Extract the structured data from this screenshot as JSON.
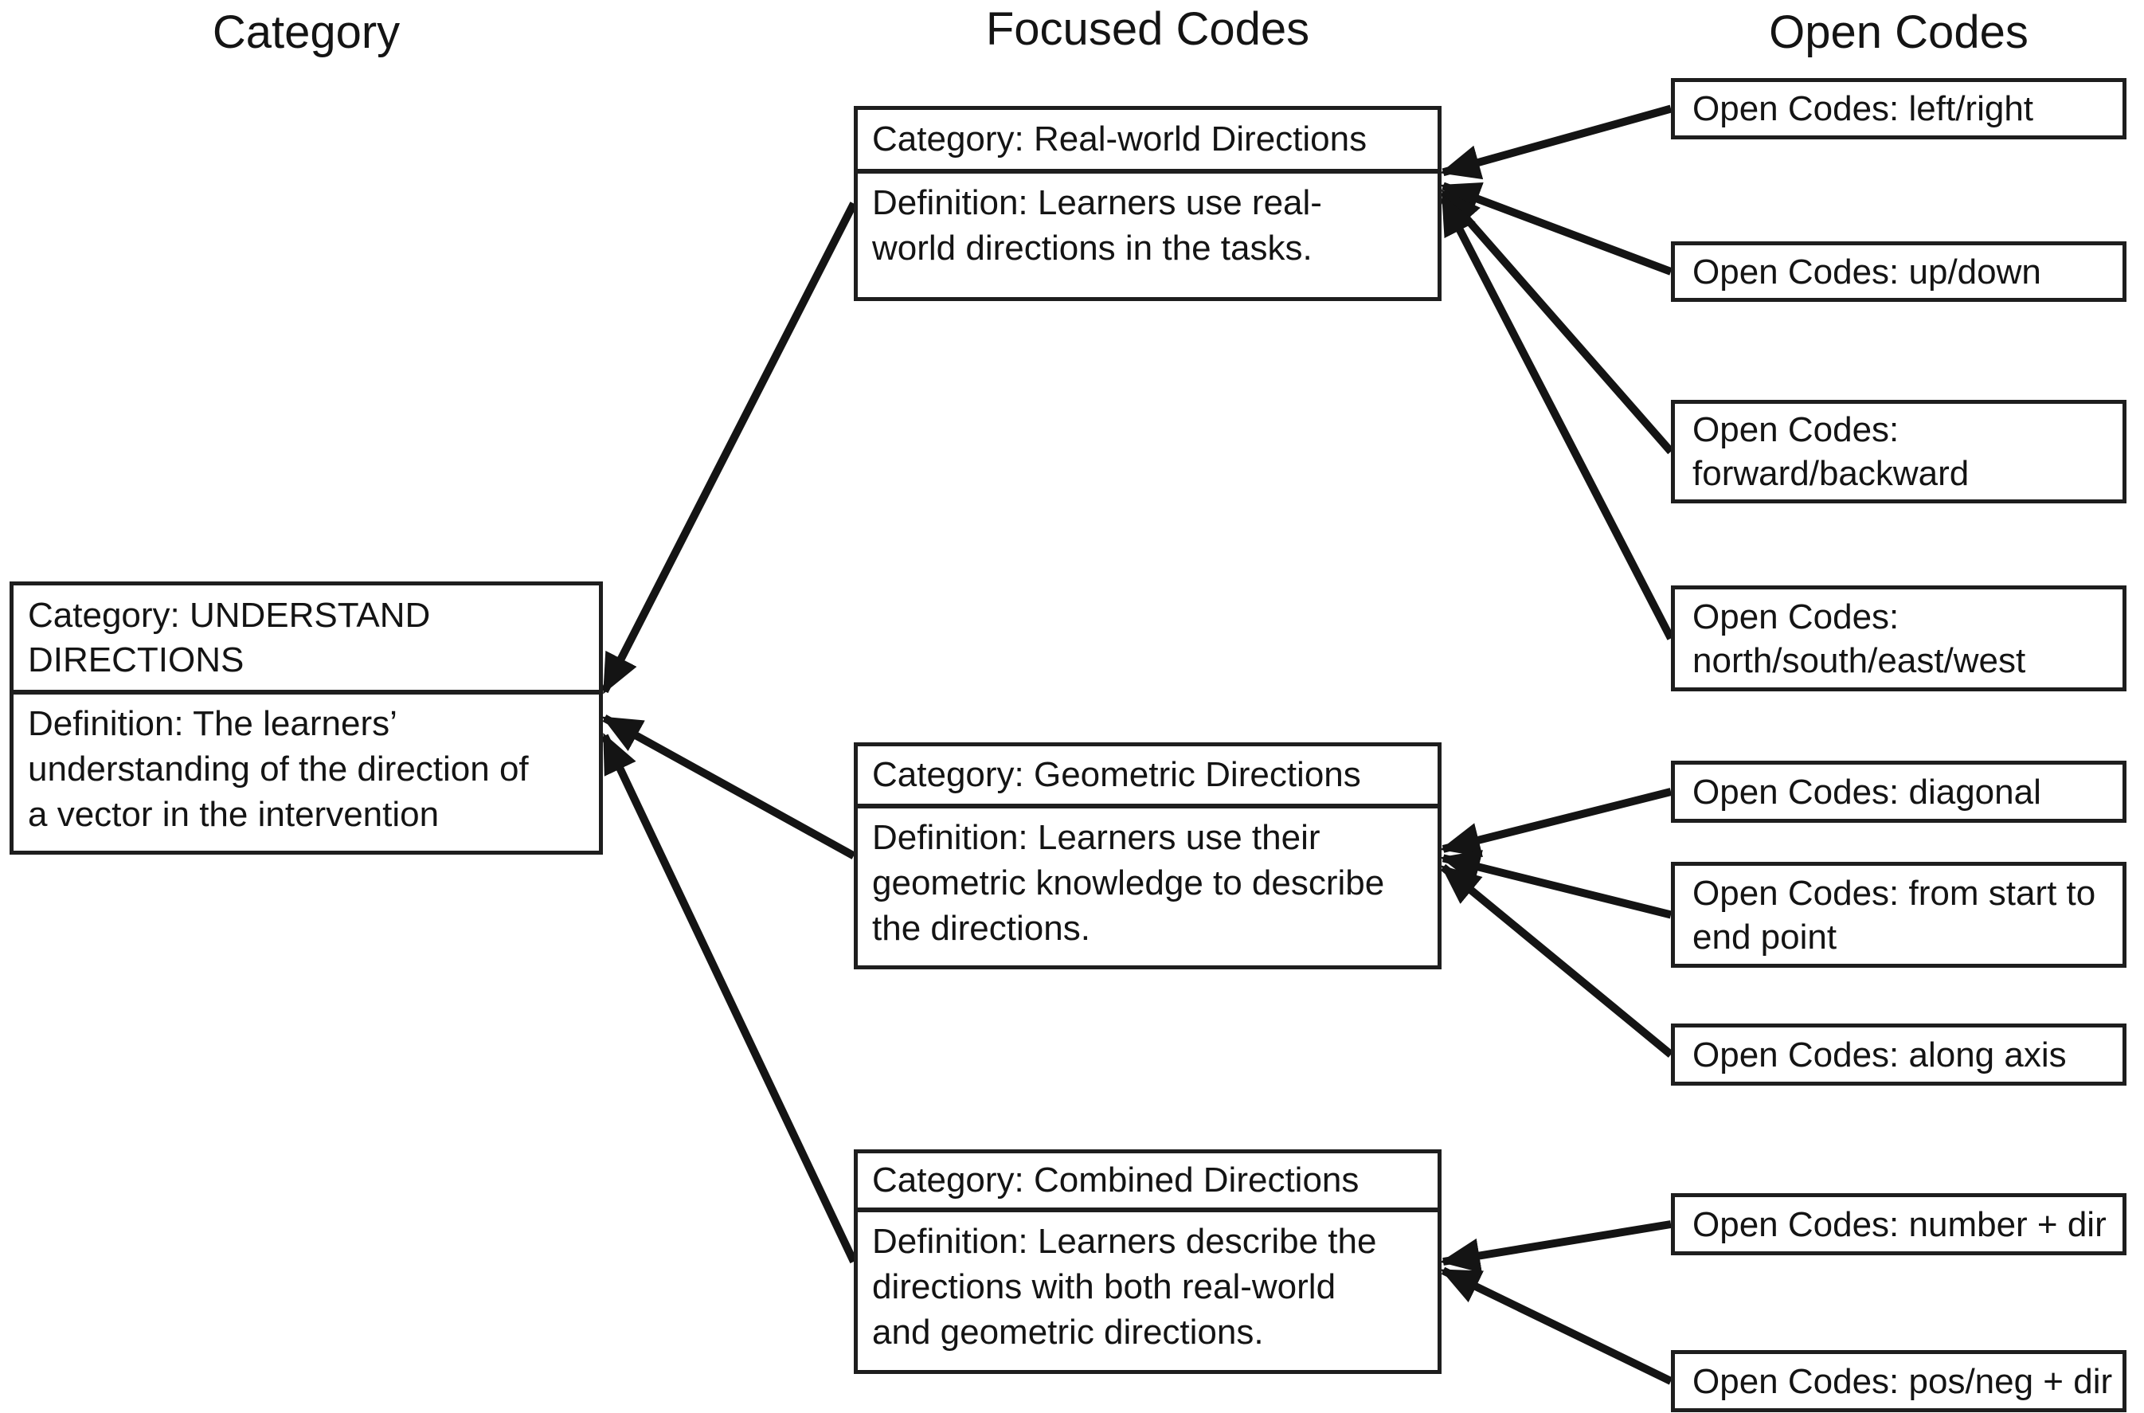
{
  "headers": {
    "category": "Category",
    "focused": "Focused Codes",
    "open": "Open Codes"
  },
  "category_box": {
    "id": "category",
    "title": "Category: UNDERSTAND\nDIRECTIONS",
    "definition": "Definition: The learners’\nunderstanding of the direction of\na vector in the intervention"
  },
  "focused_boxes": [
    {
      "id": "focused-1",
      "title": "Category: Real-world Directions",
      "definition": "Definition: Learners use real-\nworld directions in the tasks."
    },
    {
      "id": "focused-2",
      "title": "Category: Geometric Directions",
      "definition": "Definition: Learners use their\ngeometric knowledge to describe\nthe directions."
    },
    {
      "id": "focused-3",
      "title": "Category: Combined Directions",
      "definition": "Definition: Learners describe the\ndirections with both real-world\nand geometric directions."
    }
  ],
  "open_boxes": [
    {
      "id": "open-1",
      "label": "Open Codes: left/right"
    },
    {
      "id": "open-2",
      "label": "Open Codes: up/down"
    },
    {
      "id": "open-3",
      "label": "Open Codes:\nforward/backward"
    },
    {
      "id": "open-4",
      "label": "Open Codes:\nnorth/south/east/west"
    },
    {
      "id": "open-5",
      "label": "Open Codes: diagonal"
    },
    {
      "id": "open-6",
      "label": "Open Codes: from start to\nend point"
    },
    {
      "id": "open-7",
      "label": "Open Codes: along axis"
    },
    {
      "id": "open-8",
      "label": "Open Codes: number + dir"
    },
    {
      "id": "open-9",
      "label": "Open Codes: pos/neg + dir"
    }
  ],
  "edges": [
    {
      "from": "open-1",
      "to": "focused-1",
      "ty": 0.34
    },
    {
      "from": "open-2",
      "to": "focused-1",
      "ty": 0.41
    },
    {
      "from": "open-3",
      "to": "focused-1",
      "ty": 0.44
    },
    {
      "from": "open-4",
      "to": "focused-1",
      "ty": 0.47
    },
    {
      "from": "open-5",
      "to": "focused-2",
      "ty": 0.47
    },
    {
      "from": "open-6",
      "to": "focused-2",
      "ty": 0.51
    },
    {
      "from": "open-7",
      "to": "focused-2",
      "ty": 0.55
    },
    {
      "from": "open-8",
      "to": "focused-3",
      "ty": 0.5
    },
    {
      "from": "open-9",
      "to": "focused-3",
      "ty": 0.54
    },
    {
      "from": "focused-1",
      "to": "category",
      "ty": 0.402
    },
    {
      "from": "focused-2",
      "to": "category",
      "ty": 0.5
    },
    {
      "from": "focused-3",
      "to": "category",
      "ty": 0.565
    }
  ],
  "colors": {
    "background": "#ffffff",
    "border": "#1e1e1e",
    "line": "#141414",
    "text": "#141414"
  }
}
